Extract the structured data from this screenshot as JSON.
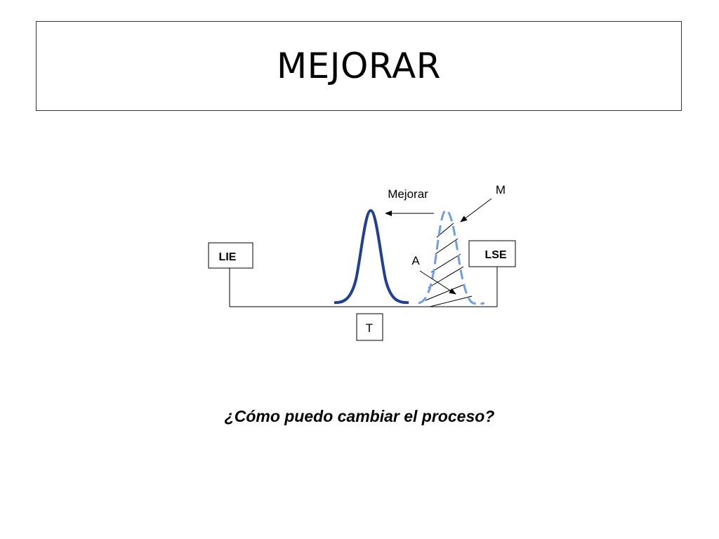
{
  "slide": {
    "title": "MEJORAR",
    "question": "¿Cómo puedo cambiar el proceso?"
  },
  "diagram": {
    "lower_limit_label": "LIE",
    "upper_limit_label": "LSE",
    "target_label": "T",
    "shift_label": "Mejorar",
    "current_process_label": "M",
    "out_of_spec_area_label": "A",
    "colors": {
      "improved_curve": "#1f3f99",
      "current_curve": "#6f9ee8",
      "lines": "#000000"
    }
  }
}
